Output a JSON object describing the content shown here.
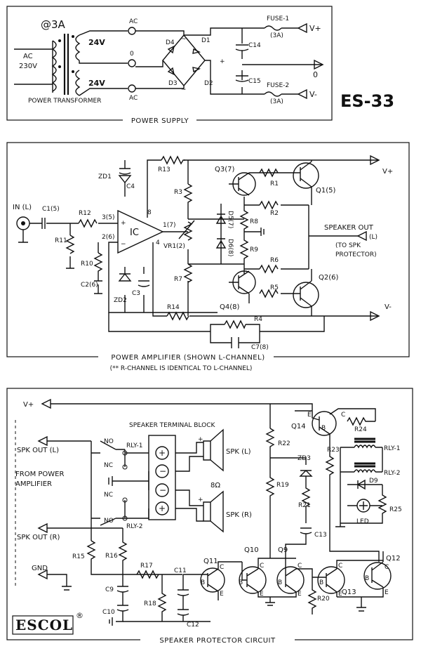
{
  "model": "ES-33",
  "brand": "ESCOL",
  "registered_mark": "®",
  "power_supply": {
    "title": "POWER SUPPLY",
    "current_rating": "@3A",
    "ac_input": [
      "AC",
      "230V"
    ],
    "transformer_label": "POWER TRANSFORMER",
    "secondary_voltage_1": "24V",
    "secondary_voltage_2": "24V",
    "node_ac": "AC",
    "node_zero": "0",
    "diodes": [
      "D1",
      "D2",
      "D3",
      "D4"
    ],
    "caps": [
      "C14",
      "C15"
    ],
    "fuse_1": "FUSE-1",
    "fuse_2": "FUSE-2",
    "fuse_rating": "(3A)",
    "out_vplus": "V+",
    "out_zero": "0",
    "out_vminus": "V-"
  },
  "amplifier": {
    "title": "POWER AMPLIFIER (SHOWN L-CHANNEL)",
    "note": "(** R-CHANNEL IS IDENTICAL TO L-CHANNEL)",
    "input_label": "IN (L)",
    "ic_label": "IC",
    "speaker_out": "SPEAKER OUT",
    "speaker_out_channel": "(L)",
    "to_protector_1": "(TO SPK",
    "to_protector_2": "PROTECTOR)",
    "vplus": "V+",
    "vminus": "V-",
    "parts": {
      "c1": "C1(5)",
      "r12": "R12",
      "pin3": "3(5)",
      "pin2": "2(6)",
      "pin8": "8",
      "pin1": "1(7)",
      "pin4": "4",
      "r11": "R11",
      "r10": "R10",
      "c2": "C2(6)",
      "zd1": "ZD1",
      "c4": "C4",
      "r13": "R13",
      "zd2": "ZD2",
      "c3": "C3",
      "r14": "R14",
      "r3": "R3",
      "vr1": "VR1(2)",
      "r7": "R7",
      "d5": "D5(7)",
      "d6": "D6(8)",
      "r8": "R8",
      "r9": "R9",
      "q3": "Q3(7)",
      "q4": "Q4(8)",
      "r1": "R1",
      "r2": "R2",
      "r6": "R6",
      "r5": "R5",
      "q1": "Q1(5)",
      "q2": "Q2(6)",
      "r4": "R4",
      "c7": "C7(8)"
    }
  },
  "protector": {
    "title": "SPEAKER PROTECTOR CIRCUIT",
    "vplus": "V+",
    "spk_out_l": "SPK OUT (L)",
    "spk_out_r": "SPK OUT (R)",
    "from_amp_1": "FROM POWER",
    "from_amp_2": "AMPLIFIER",
    "gnd": "GND",
    "terminal_block": "SPEAKER TERMINAL BLOCK",
    "spk_l": "SPK (L)",
    "spk_r": "SPK (R)",
    "impedance": "8Ω",
    "no": "NO",
    "nc": "NC",
    "rly1": "RLY-1",
    "rly2": "RLY-2",
    "led": "LED",
    "parts": {
      "q14": "Q14",
      "r24": "R24",
      "r22": "R22",
      "r23": "R23",
      "zd3": "ZD3",
      "d9": "D9",
      "r25": "R25",
      "r19": "R19",
      "r21": "R21",
      "c13": "C13",
      "r15": "R15",
      "r16": "R16",
      "r17": "R17",
      "c11": "C11",
      "c9": "C9",
      "c10": "C10",
      "r18": "R18",
      "c12": "C12",
      "q11": "Q11",
      "q10": "Q10",
      "q9": "Q9",
      "q12": "Q12",
      "q13": "Q13",
      "r20": "R20"
    },
    "pins": {
      "b": "B",
      "c": "C",
      "e": "E"
    }
  }
}
